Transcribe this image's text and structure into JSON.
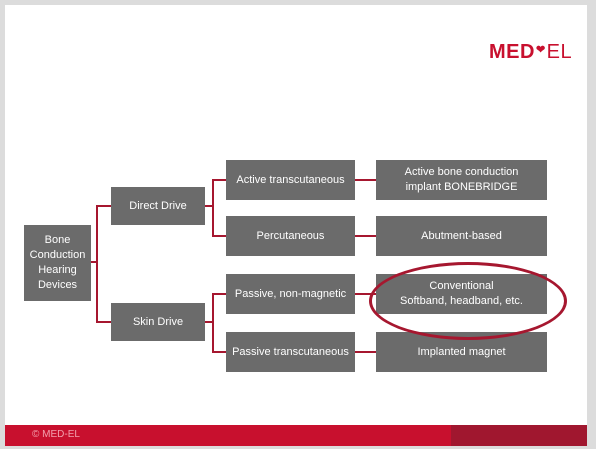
{
  "logo": {
    "brand": "MED",
    "heart": "❤",
    "suffix": "EL"
  },
  "diagram": {
    "root": "Bone Conduction Hearing Devices",
    "level1": [
      "Direct Drive",
      "Skin Drive"
    ],
    "level2": [
      "Active transcutaneous",
      "Percutaneous",
      "Passive, non-magnetic",
      "Passive transcutaneous"
    ],
    "level3": {
      "bonebridge": [
        "Active bone conduction",
        "implant BONEBRIDGE"
      ],
      "abutment": "Abutment-based",
      "conventional": [
        "Conventional",
        "Softband, headband, etc."
      ],
      "magnet": "Implanted magnet"
    }
  },
  "footer": {
    "copyright": "© MED-EL"
  },
  "colors": {
    "accent": "#c8102e",
    "connector": "#a6172f",
    "box": "#6b6b6b"
  }
}
